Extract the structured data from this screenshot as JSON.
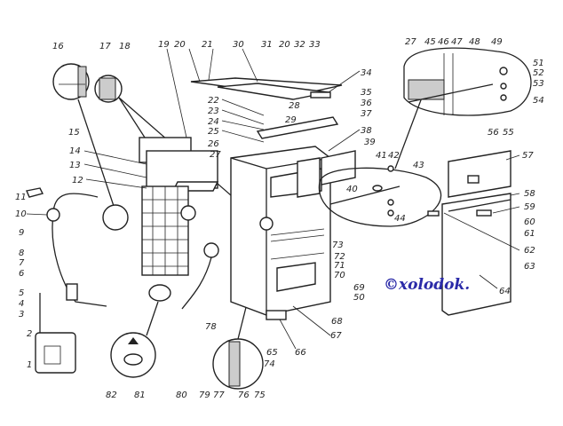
{
  "diagram": {
    "title": "Refrigerator exploded parts diagram",
    "watermark": "©xolodok.",
    "colors": {
      "lines": "#222222",
      "watermark": "#2a2aa8",
      "background": "#ffffff"
    },
    "labels": [
      "16",
      "17",
      "18",
      "19",
      "20",
      "21",
      "30",
      "31",
      "20",
      "32",
      "33",
      "34",
      "22",
      "23",
      "24",
      "25",
      "26",
      "27",
      "28",
      "29",
      "35",
      "36",
      "37",
      "38",
      "39",
      "15",
      "14",
      "13",
      "12",
      "11",
      "10",
      "9",
      "8",
      "7",
      "6",
      "5",
      "4",
      "3",
      "2",
      "1",
      "82",
      "81",
      "80",
      "79",
      "78",
      "77",
      "76",
      "75",
      "74",
      "65",
      "66",
      "67",
      "68",
      "50",
      "69",
      "70",
      "71",
      "72",
      "73",
      "40",
      "41",
      "42",
      "43",
      "44",
      "27",
      "45",
      "46",
      "47",
      "48",
      "49",
      "51",
      "52",
      "53",
      "54",
      "56",
      "55",
      "57",
      "58",
      "59",
      "60",
      "61",
      "62",
      "63",
      "64"
    ]
  }
}
